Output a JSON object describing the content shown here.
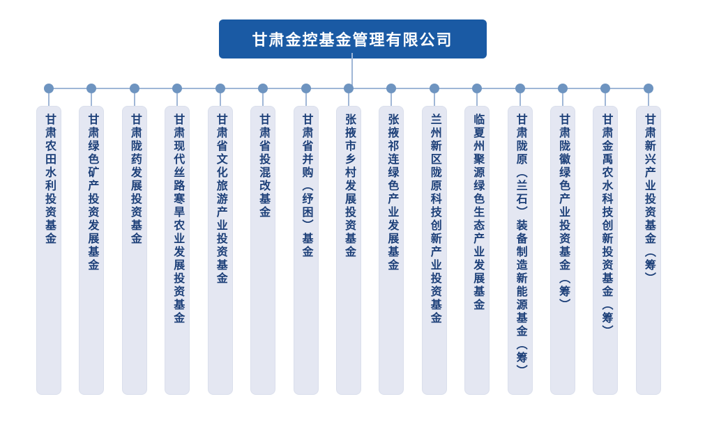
{
  "title": "甘肃金控基金管理有限公司",
  "funds": [
    "甘肃农田水利投资基金",
    "甘肃绿色矿产投资发展基金",
    "甘肃陇药发展投资基金",
    "甘肃现代丝路寒旱农业发展投资基金",
    "甘肃省文化旅游产业投资基金",
    "甘肃省投混改基金",
    "甘肃省并购（纾困）基金",
    "张掖市乡村发展投资基金",
    "张掖祁连绿色产业发展基金",
    "兰州新区陇原科技创新产业投资基金",
    "临夏州聚源绿色生态产业发展基金",
    "甘肃陇原（兰石）装备制造新能源基金（筹）",
    "甘肃陇徽绿色产业投资基金（筹）",
    "甘肃金禹农水科技创新投资基金（筹）",
    "甘肃新兴产业投资基金（筹）"
  ],
  "colors": {
    "title_bg": "#1a5aa4",
    "title_text": "#ffffff",
    "box_bg": "#e4e7f2",
    "box_text": "#1c3f78",
    "line": "#9fb6d6",
    "dot": "#6e94c0"
  }
}
